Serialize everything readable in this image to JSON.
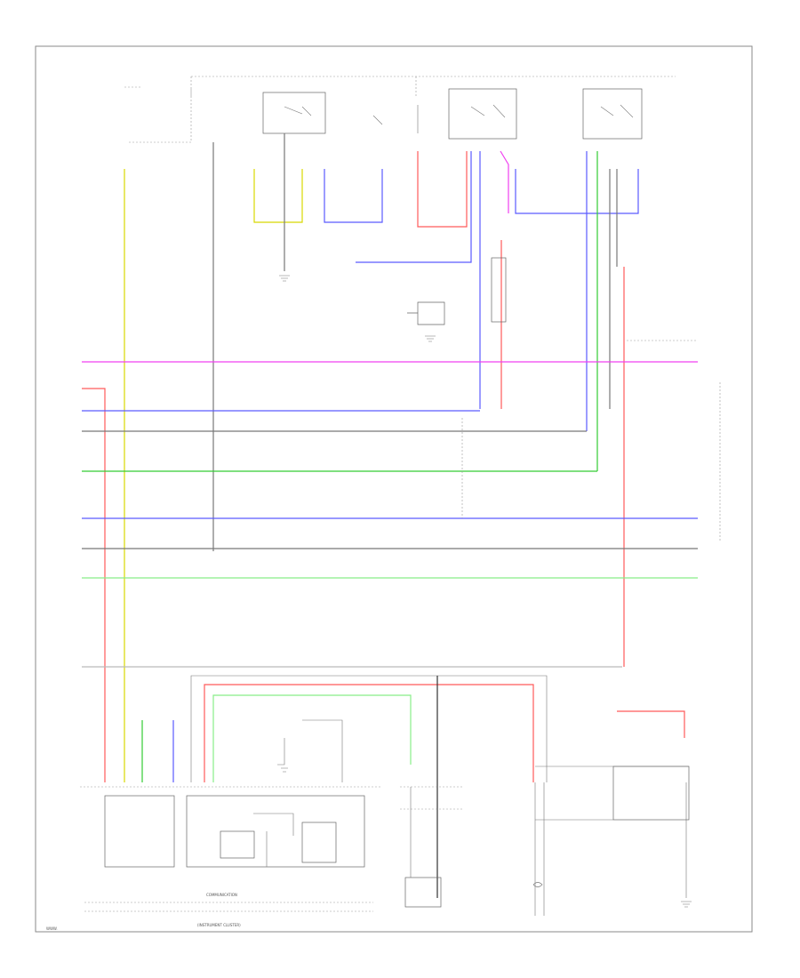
{
  "colors": {
    "yellow": "#d8d800",
    "red": "#ff5a5a",
    "blue": "#5a5aff",
    "magenta": "#f040f0",
    "green": "#33cc33",
    "light_green": "#88ee88",
    "gray": "#777777",
    "black": "#333333",
    "white_wire": "#bbbbbb"
  },
  "footer": {
    "page_id": "WWW.",
    "module_name": "COMMUNICATION",
    "module_sub": "(INSTRUMENT CLUSTER)"
  }
}
